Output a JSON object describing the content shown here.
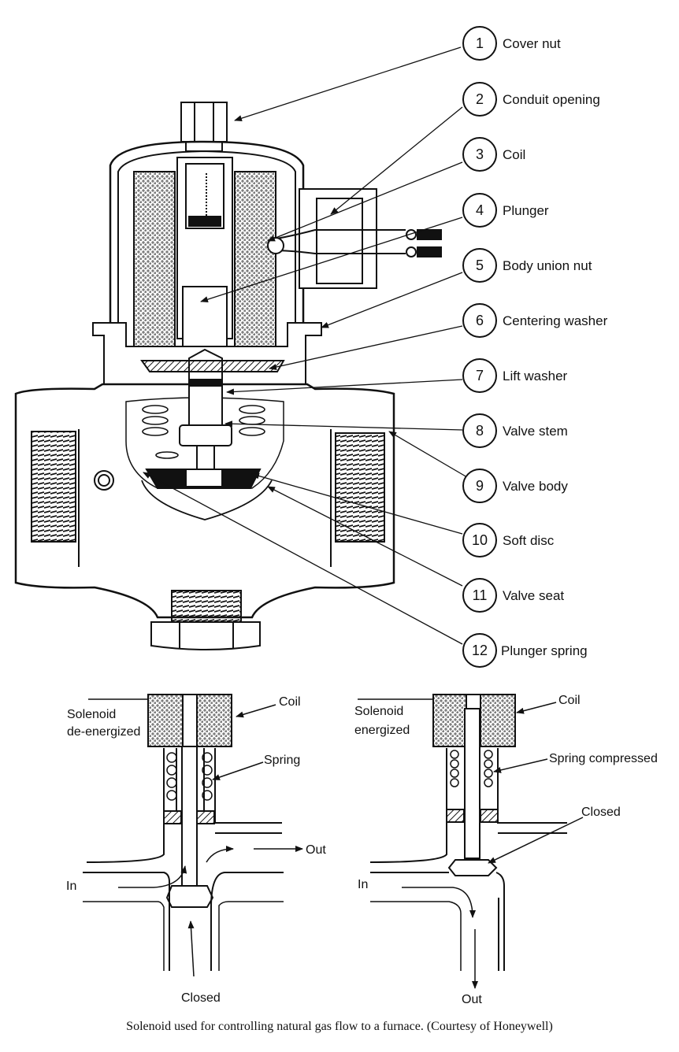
{
  "callouts": [
    {
      "num": "1",
      "label": "Cover nut"
    },
    {
      "num": "2",
      "label": "Conduit opening"
    },
    {
      "num": "3",
      "label": "Coil"
    },
    {
      "num": "4",
      "label": "Plunger"
    },
    {
      "num": "5",
      "label": "Body union nut"
    },
    {
      "num": "6",
      "label": "Centering washer"
    },
    {
      "num": "7",
      "label": "Lift washer"
    },
    {
      "num": "8",
      "label": "Valve stem"
    },
    {
      "num": "9",
      "label": "Valve body"
    },
    {
      "num": "10",
      "label": "Soft disc"
    },
    {
      "num": "11",
      "label": "Valve seat"
    },
    {
      "num": "12",
      "label": "Plunger spring"
    }
  ],
  "left_schematic": {
    "state_line1": "Solenoid",
    "state_line2": "de-energized",
    "coil": "Coil",
    "spring": "Spring",
    "inlet": "In",
    "outlet": "Out",
    "bottom": "Closed"
  },
  "right_schematic": {
    "state_line1": "Solenoid",
    "state_line2": "energized",
    "coil": "Coil",
    "spring": "Spring compressed",
    "closed": "Closed",
    "inlet": "In",
    "outlet": "Out"
  },
  "caption": "Solenoid used for controlling natural gas flow to a furnace. (Courtesy of Honeywell)"
}
